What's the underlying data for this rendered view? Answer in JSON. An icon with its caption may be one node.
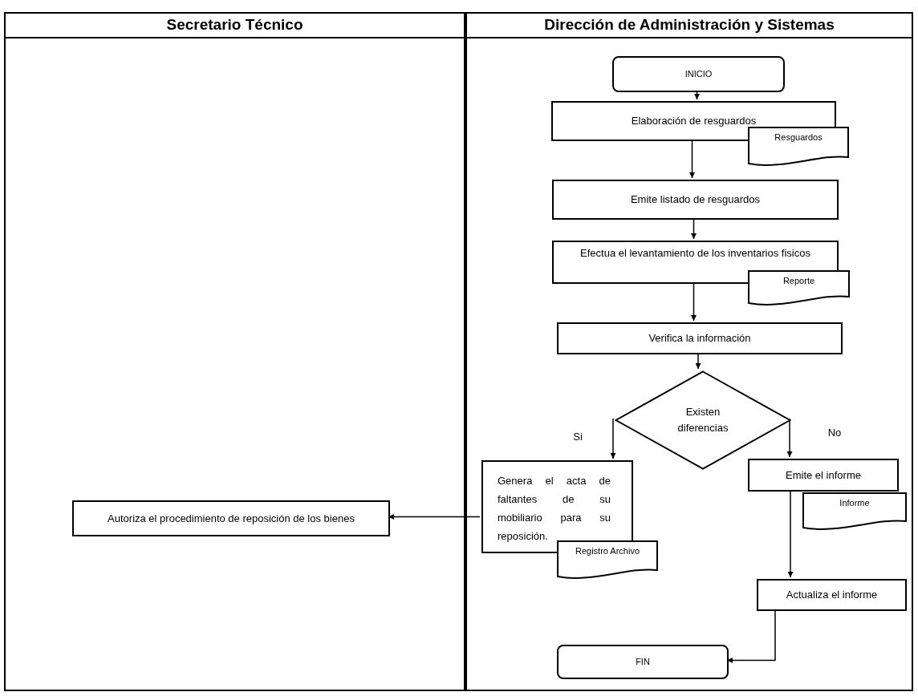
{
  "diagram": {
    "nodes": [
      {
        "text": [
          "Secretario Técnico"
        ]
      },
      {
        "text": [
          "Dirección de Administración y Sistemas"
        ]
      },
      {
        "text": [
          "INICIO"
        ],
        "in": 1
      },
      {
        "text": [
          "Elaboración de resguardos"
        ],
        "in": 1
      },
      {
        "text": [
          "Resguardos"
        ],
        "in": 1
      },
      {
        "text": [
          "Emite listado de resguardos"
        ],
        "in": 1
      },
      {
        "text": [
          "Efectua el levantamiento de los inventarios fisicos"
        ],
        "in": 1
      },
      {
        "text": [
          "Reporte"
        ],
        "in": 1
      },
      {
        "text": [
          "Verifica la información"
        ],
        "in": 1
      },
      {
        "text": [
          "Existen diferencias"
        ],
        "in": 1
      },
      {
        "text": [
          "Genera el acta de faltantes de su mobiliario para su reposición."
        ],
        "in": 1
      },
      {
        "text": [
          "Registro Archivo"
        ],
        "in": 1
      },
      {
        "text": [
          "Emite el informe"
        ],
        "in": 1
      },
      {
        "text": [
          "Informe"
        ],
        "in": 1
      },
      {
        "text": [
          "Actualiza el informe"
        ],
        "in": 1
      },
      {
        "text": [
          "FIN"
        ],
        "in": 1
      },
      {
        "text": [
          "Autoriza el procedimiento de reposición de los bienes"
        ],
        "in": 0
      }
    ],
    "edges": [
      {
        "from": 2,
        "to": 3,
        "arrow": "to"
      },
      {
        "from": 3,
        "to": 5,
        "arrow": "to"
      },
      {
        "from": 5,
        "to": 6,
        "arrow": "to"
      },
      {
        "from": 6,
        "to": 8,
        "arrow": "to"
      },
      {
        "from": 8,
        "to": 9,
        "arrow": "to"
      },
      {
        "from": 9,
        "to": 10,
        "arrow": "to",
        "label": "Si"
      },
      {
        "from": 9,
        "to": 12,
        "arrow": "to",
        "label": "No"
      },
      {
        "from": 10,
        "to": 16,
        "arrow": "to"
      },
      {
        "from": 12,
        "to": 14,
        "arrow": "to"
      },
      {
        "from": 14,
        "to": 15,
        "arrow": "to"
      }
    ]
  }
}
